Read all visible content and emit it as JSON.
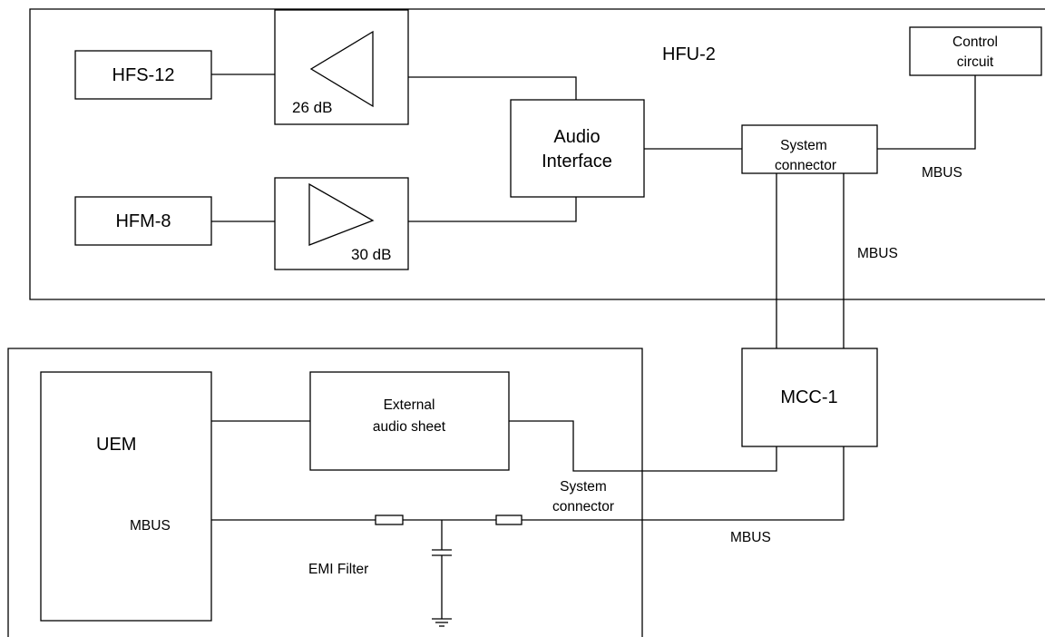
{
  "hfu": {
    "title": "HFU-2",
    "speaker_label": "HFS-12",
    "mic_label": "HFM-8",
    "speaker_amp_gain": "26 dB",
    "mic_amp_gain": "30 dB",
    "audio_interface_line1": "Audio",
    "audio_interface_line2": "Interface",
    "system_connector_line1": "System",
    "system_connector_line2": "connector",
    "control_circuit_line1": "Control",
    "control_circuit_line2": "circuit",
    "mbus_label_right": "MBUS",
    "mbus_label_vertical": "MBUS"
  },
  "mcc": {
    "label": "MCC-1"
  },
  "phone": {
    "uem_label": "UEM",
    "uem_mbus_label": "MBUS",
    "external_audio_line1": "External",
    "external_audio_line2": "audio sheet",
    "system_connector_line1": "System",
    "system_connector_line2": "connector",
    "emi_filter_label": "EMI Filter",
    "mbus_label_bottom": "MBUS"
  }
}
